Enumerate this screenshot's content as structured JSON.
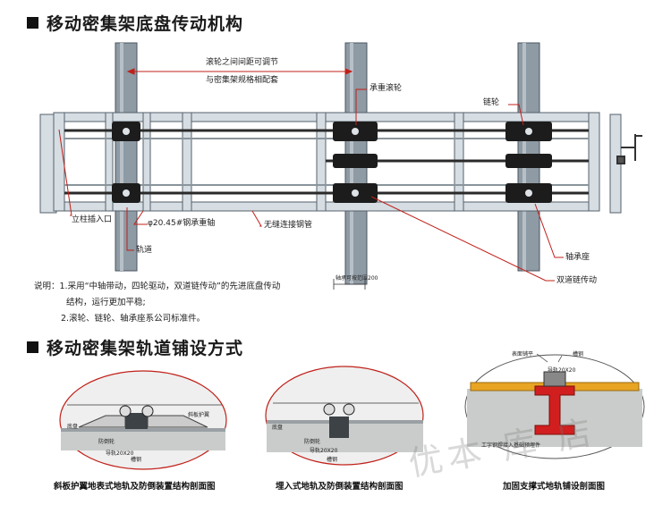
{
  "section1_title": "移动密集架底盘传动机构",
  "section2_title": "移动密集架轨道铺设方式",
  "labels": {
    "roller_spacing_line1": "滚轮之间间距可调节",
    "roller_spacing_line2": "与密集架规格相配套",
    "load_roller": "承重滚轮",
    "sprocket": "链轮",
    "column_socket": "立柱插入口",
    "shaft": "φ20.45#钢承重轴",
    "seamless_pipe": "无缝连接钢管",
    "rail": "轨道",
    "bearing_seat": "轴承座",
    "double_chain": "双道链传动",
    "rail_note": "轴承可按范围200"
  },
  "notes": {
    "line1": "说明：1.采用“中轴带动，四轮驱动，双道链传动”的先进底盘传动",
    "line2": "结构，运行更加平稳;",
    "line3": "2.滚轮、链轮、轴承座系公司标准件。"
  },
  "figures": [
    {
      "caption": "斜板护翼地表式地轨及防倒装置结构剖面图",
      "callouts": {
        "a": "斜板护翼",
        "b": "底盘",
        "c": "防倒轮",
        "d": "导轨20X20",
        "e": "槽钢"
      }
    },
    {
      "caption": "埋入式地轨及防倒装置结构剖面图",
      "callouts": {
        "a": "底盘",
        "b": "防倒轮",
        "c": "导轨20X20",
        "d": "槽钢"
      }
    },
    {
      "caption": "加固支撑式地轨铺设剖面图",
      "callouts": {
        "a": "表面铺平",
        "b": "槽钢",
        "c": "导轨20X20",
        "d": "工字钢焊接入基础预埋件"
      }
    }
  ],
  "watermark": "优本 库 店",
  "colors": {
    "frame": "#d6dde3",
    "column": "#8e9aa4",
    "roller": "#1c1c1c",
    "pointer": "#c0201a",
    "concrete": "#c9ccca",
    "ibeam": "#d11f1f",
    "floor": "#e8a423"
  }
}
